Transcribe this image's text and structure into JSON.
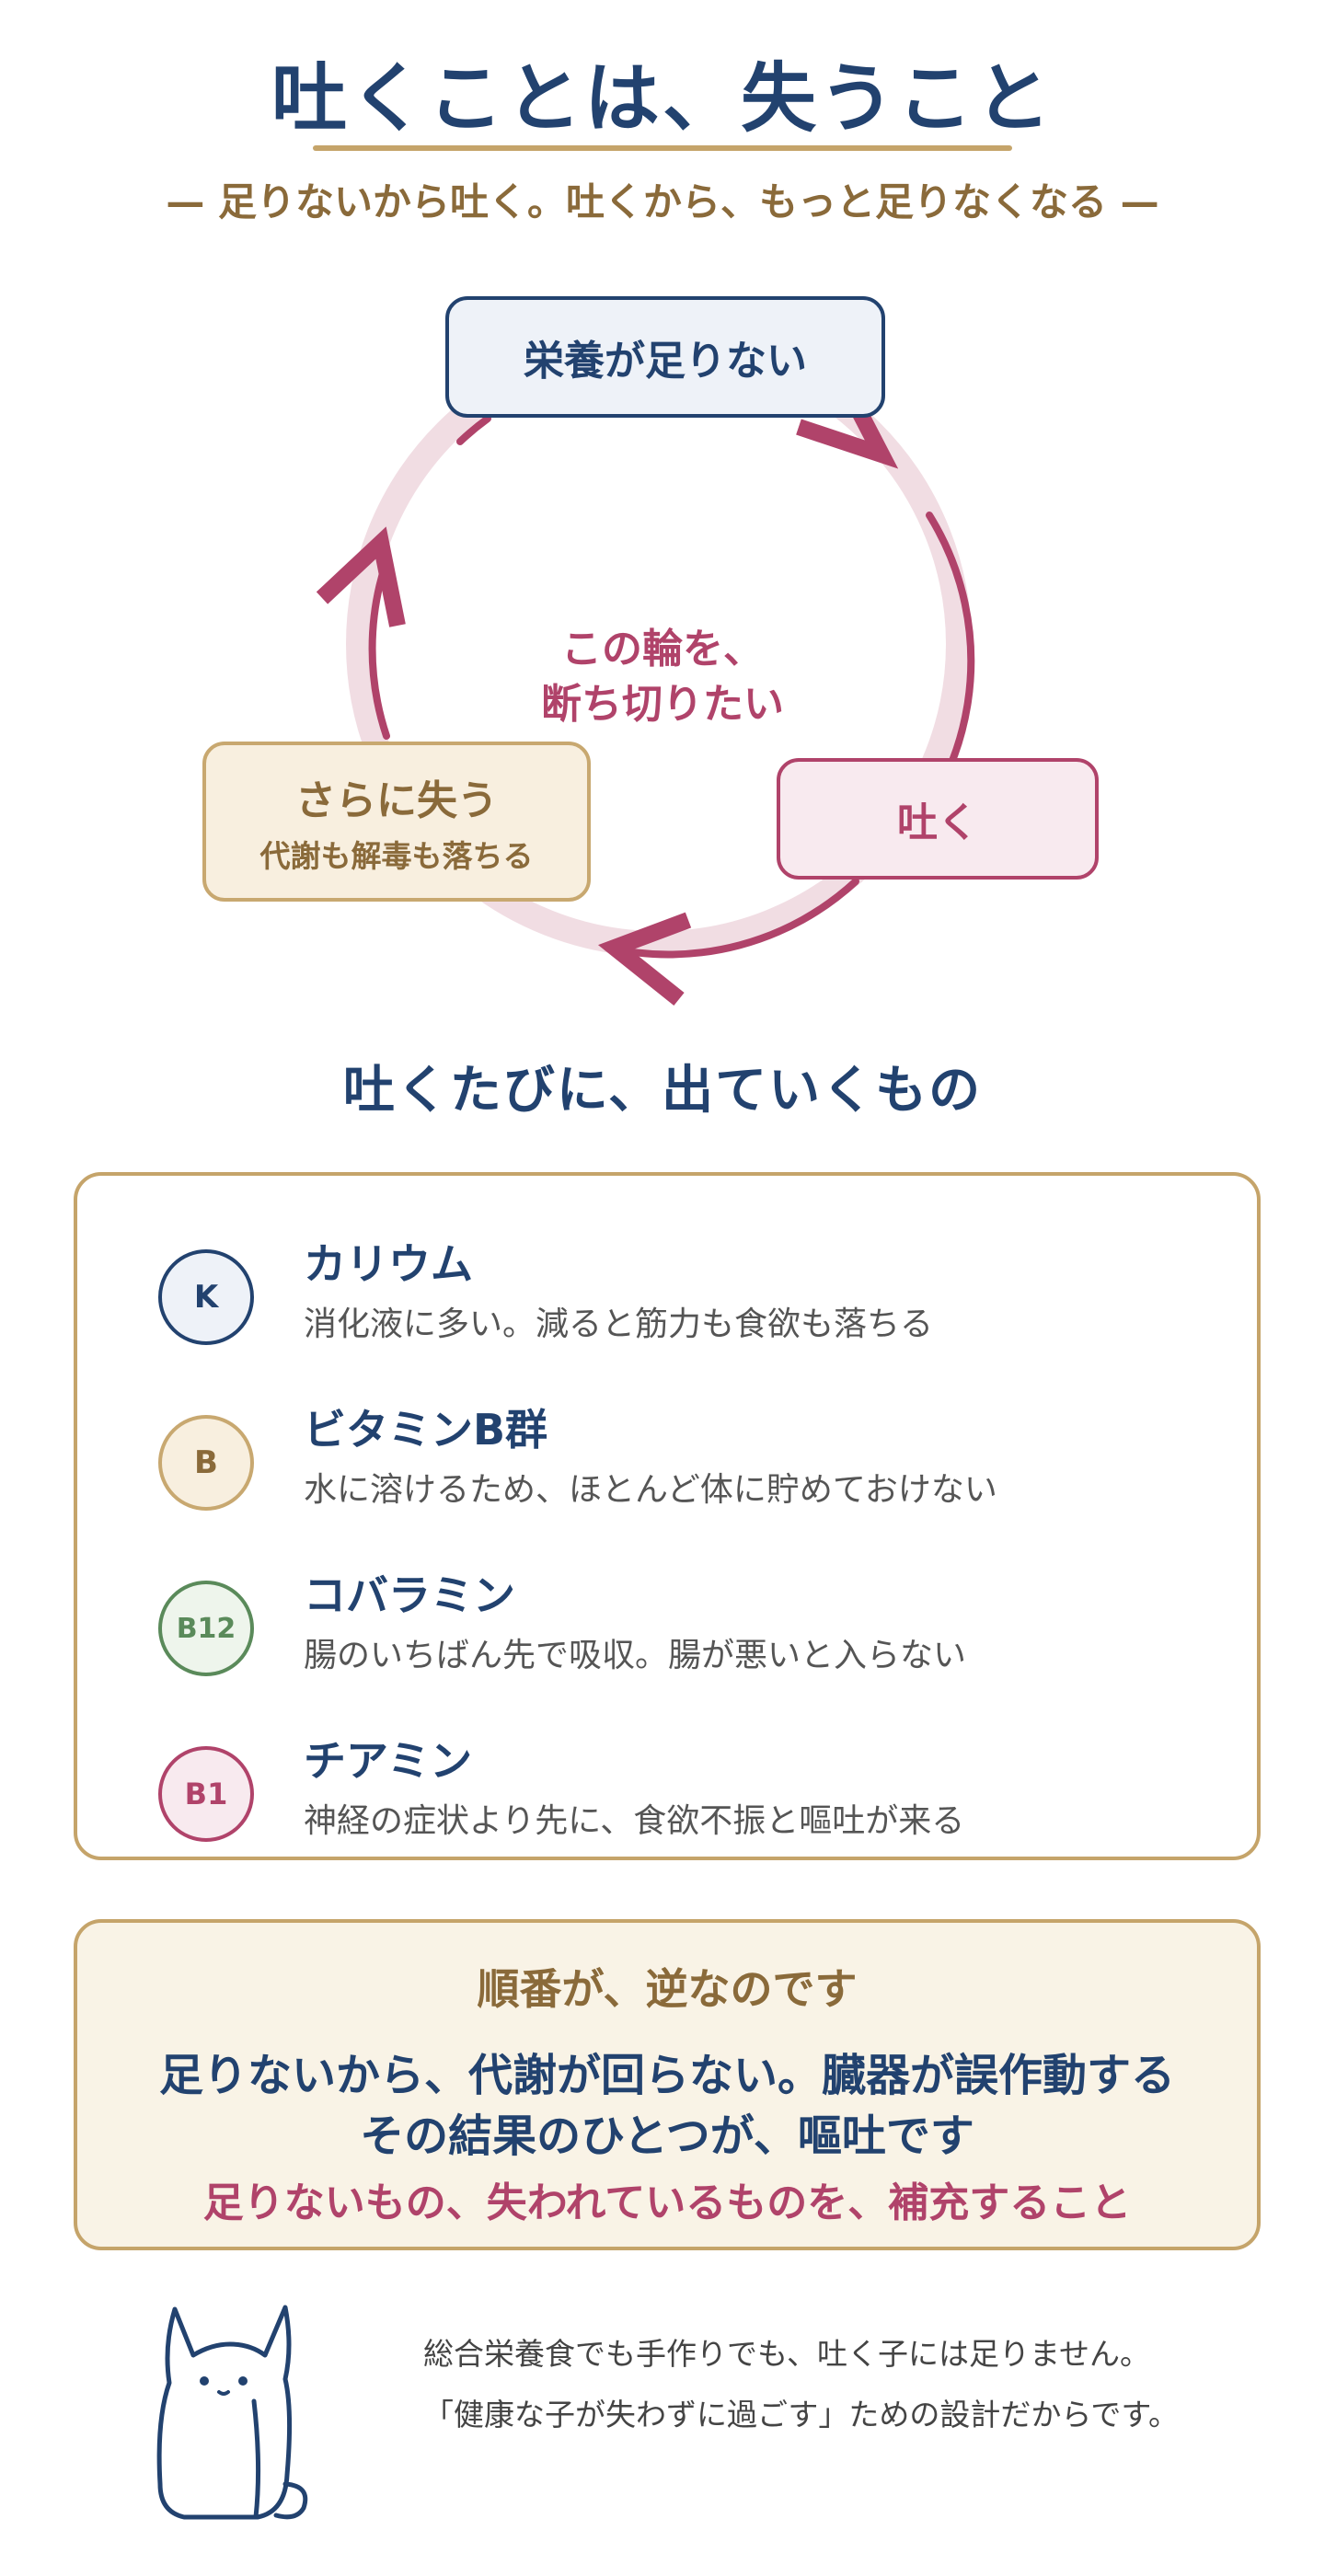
{
  "header": {
    "title": "吐くことは、失うこと",
    "subtitle": "— 足りないから吐く。吐くから、もっと足りなくなる —"
  },
  "cycle": {
    "nodes": {
      "lack": "栄養が足りない",
      "vomit": "吐く",
      "lose_title": "さらに失う",
      "lose_sub": "代謝も解毒も落ちる"
    },
    "center_line1": "この輪を、",
    "center_line2": "断ち切りたい"
  },
  "nutrients": {
    "heading": "吐くたびに、出ていくもの",
    "items": [
      {
        "badge": "K",
        "name": "カリウム",
        "desc": "消化液に多い。減ると筋力も食欲も落ちる"
      },
      {
        "badge": "B",
        "name": "ビタミンB群",
        "desc": "水に溶けるため、ほとんど体に貯めておけない"
      },
      {
        "badge": "B12",
        "name": "コバラミン",
        "desc": "腸のいちばん先で吸収。腸が悪いと入らない"
      },
      {
        "badge": "B1",
        "name": "チアミン",
        "desc": "神経の症状より先に、食欲不振と嘔吐が来る"
      }
    ]
  },
  "note": {
    "heading": "順番が、逆なのです",
    "line1": "足りないから、代謝が回らない。臓器が誤作動する",
    "line2": "その結果のひとつが、嘔吐です",
    "line3": "足りないもの、失われているものを、補充すること"
  },
  "footer": {
    "line1": "総合栄養食でも手作りでも、吐く子には足りません。",
    "line2": "「健康な子が失わずに過ごす」ための設計だからです。"
  },
  "colors": {
    "navy": "#22426f",
    "gold": "#c5a46a",
    "brown": "#8a6a3a",
    "rose": "#b0436a",
    "green": "#5a8a5a"
  },
  "icons": {
    "cycle": "circular-arrow-cycle",
    "mascot": "cat-outline-icon"
  }
}
